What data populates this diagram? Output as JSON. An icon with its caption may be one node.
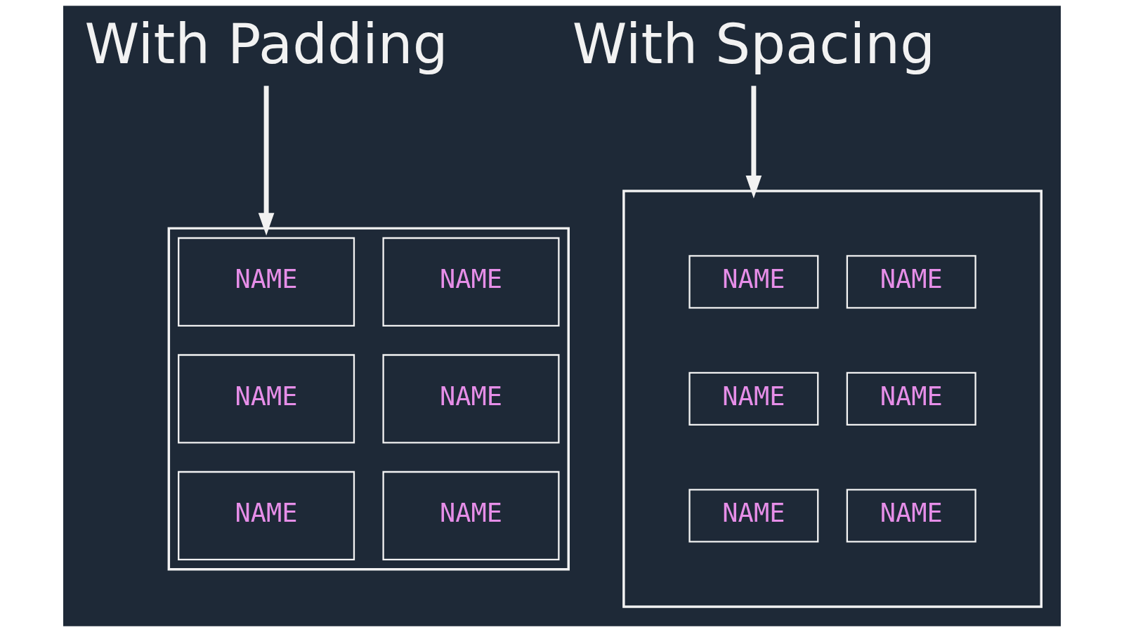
{
  "diagram": {
    "nodes": [
      {
        "text": [
          "With Padding"
        ]
      },
      {
        "text": [],
        "shape": "box"
      },
      {
        "text": [
          "NAME"
        ],
        "in": 1
      },
      {
        "text": [
          "NAME"
        ],
        "in": 1
      },
      {
        "text": [
          "NAME"
        ],
        "in": 1
      },
      {
        "text": [
          "NAME"
        ],
        "in": 1
      },
      {
        "text": [
          "NAME"
        ],
        "in": 1
      },
      {
        "text": [
          "NAME"
        ],
        "in": 1
      },
      {
        "text": [
          "With Spacing"
        ]
      },
      {
        "text": [],
        "shape": "box"
      },
      {
        "text": [
          "NAME"
        ],
        "in": 9
      },
      {
        "text": [
          "NAME"
        ],
        "in": 9
      },
      {
        "text": [
          "NAME"
        ],
        "in": 9
      },
      {
        "text": [
          "NAME"
        ],
        "in": 9
      },
      {
        "text": [
          "NAME"
        ],
        "in": 9
      },
      {
        "text": [
          "NAME"
        ],
        "in": 9
      }
    ],
    "edges": [
      {
        "from": 0,
        "to": 1,
        "arrow": "to"
      },
      {
        "from": 8,
        "to": 9,
        "arrow": "to"
      }
    ]
  }
}
